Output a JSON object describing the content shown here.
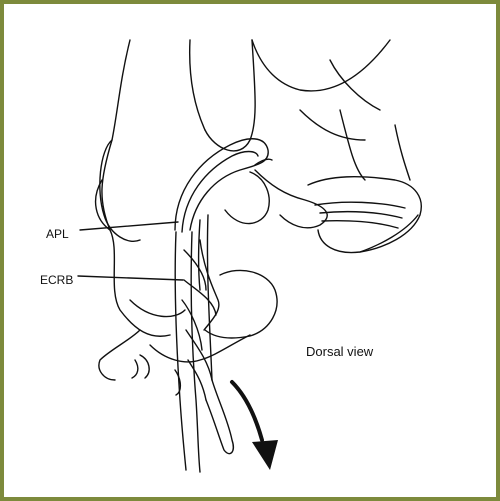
{
  "figure": {
    "labels": {
      "apl": "APL",
      "ecrb": "ECRB",
      "view": "Dorsal view"
    },
    "colors": {
      "frame_border": "#7d8a3c",
      "ink": "#111111",
      "background": "#ffffff"
    },
    "icons": [
      "pull-direction-arrow-icon",
      "forceps-icon"
    ]
  }
}
